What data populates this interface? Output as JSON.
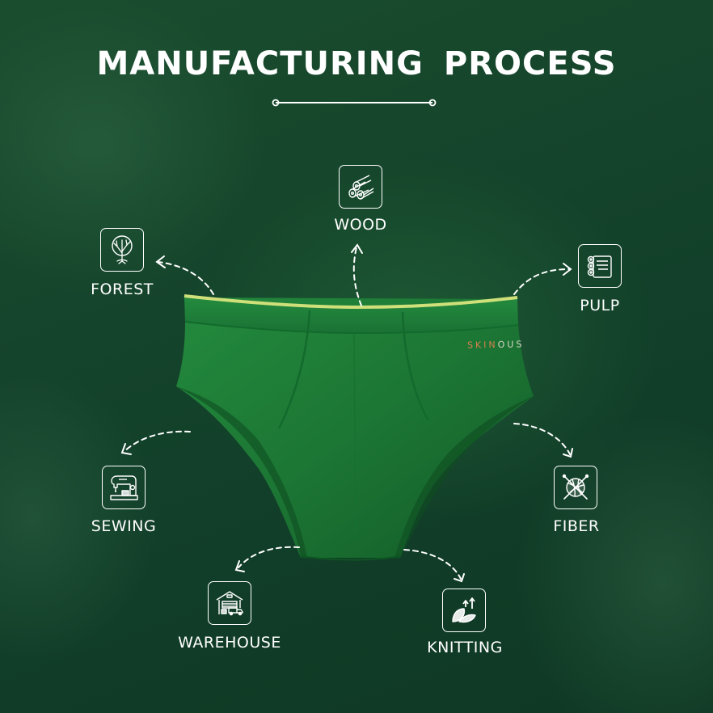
{
  "title": "MANUFACTURING  PROCESS",
  "brand": {
    "part1": "SKIN",
    "part2": "OUS"
  },
  "steps": [
    {
      "id": "forest",
      "label": "FOREST",
      "icon": "tree-icon"
    },
    {
      "id": "wood",
      "label": "WOOD",
      "icon": "logs-icon"
    },
    {
      "id": "pulp",
      "label": "PULP",
      "icon": "pulp-rolls-icon"
    },
    {
      "id": "fiber",
      "label": "FIBER",
      "icon": "yarn-ball-icon"
    },
    {
      "id": "knitting",
      "label": "KNITTING",
      "icon": "leaf-arrows-icon"
    },
    {
      "id": "warehouse",
      "label": "WAREHOUSE",
      "icon": "warehouse-icon"
    },
    {
      "id": "sewing",
      "label": "SEWING",
      "icon": "sewing-machine-icon"
    }
  ],
  "colors": {
    "background": "#15472a",
    "product": "#1e7a36",
    "waistband_trim": "#cfe07a",
    "text": "#ffffff",
    "brand_accent": "#d6804f"
  }
}
